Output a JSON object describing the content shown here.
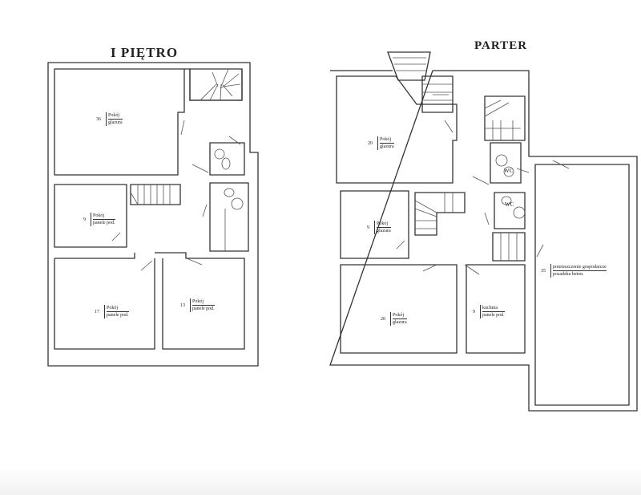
{
  "floors": [
    {
      "title": "I PIĘTRO",
      "rooms": [
        {
          "area": "36",
          "name": "Pokój",
          "floor": "glazura"
        },
        {
          "area": "9",
          "name": "Pokój",
          "floor": "panele pod."
        },
        {
          "area": "17",
          "name": "Pokój",
          "floor": "panele pod."
        },
        {
          "area": "13",
          "name": "Pokój",
          "floor": "panele pod."
        }
      ]
    },
    {
      "title": "PARTER",
      "rooms": [
        {
          "area": "20",
          "name": "Pokój",
          "floor": "glazura"
        },
        {
          "area": "9",
          "name": "Pokój",
          "floor": "glazura"
        },
        {
          "area": "20",
          "name": "Pokój",
          "floor": "glazura"
        },
        {
          "area": "9",
          "name": "kuchnia",
          "floor": "panele pod."
        },
        {
          "area": "35",
          "name": "pomieszczenie gospodarcze",
          "floor": "posadzka beton."
        }
      ],
      "wc_labels": [
        "WC",
        "WC"
      ]
    }
  ]
}
